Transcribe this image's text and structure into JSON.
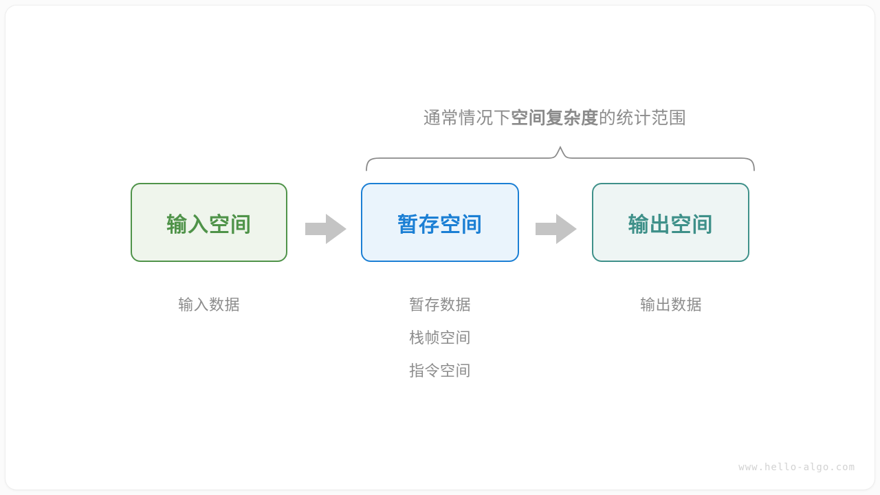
{
  "figure": {
    "caption": {
      "prefix": "通常情况下",
      "emphasis": "空间复杂度",
      "suffix": "的统计范围"
    },
    "brace": {
      "name": "curly-brace",
      "spans_boxes": [
        "暂存空间",
        "输出空间"
      ]
    },
    "boxes": [
      {
        "id": "input",
        "label": "输入空间",
        "border_color": "#4f9349",
        "fill_color": "#eff5ec",
        "text_color": "#4f9349"
      },
      {
        "id": "temp",
        "label": "暂存空间",
        "border_color": "#1b7fd4",
        "fill_color": "#eaf4fc",
        "text_color": "#1b7fd4"
      },
      {
        "id": "output",
        "label": "输出空间",
        "border_color": "#3e9089",
        "fill_color": "#eef5f4",
        "text_color": "#3e9089"
      }
    ],
    "arrows": [
      {
        "id": "arrow-1",
        "from": "input",
        "to": "temp",
        "color": "#c4c4c4"
      },
      {
        "id": "arrow-2",
        "from": "temp",
        "to": "output",
        "color": "#c4c4c4"
      }
    ],
    "under_labels": {
      "input": [
        "输入数据"
      ],
      "temp": [
        "暂存数据",
        "栈帧空间",
        "指令空间"
      ],
      "output": [
        "输出数据"
      ]
    },
    "label_color": "#8c8c8c",
    "watermark": "www.hello-algo.com"
  }
}
